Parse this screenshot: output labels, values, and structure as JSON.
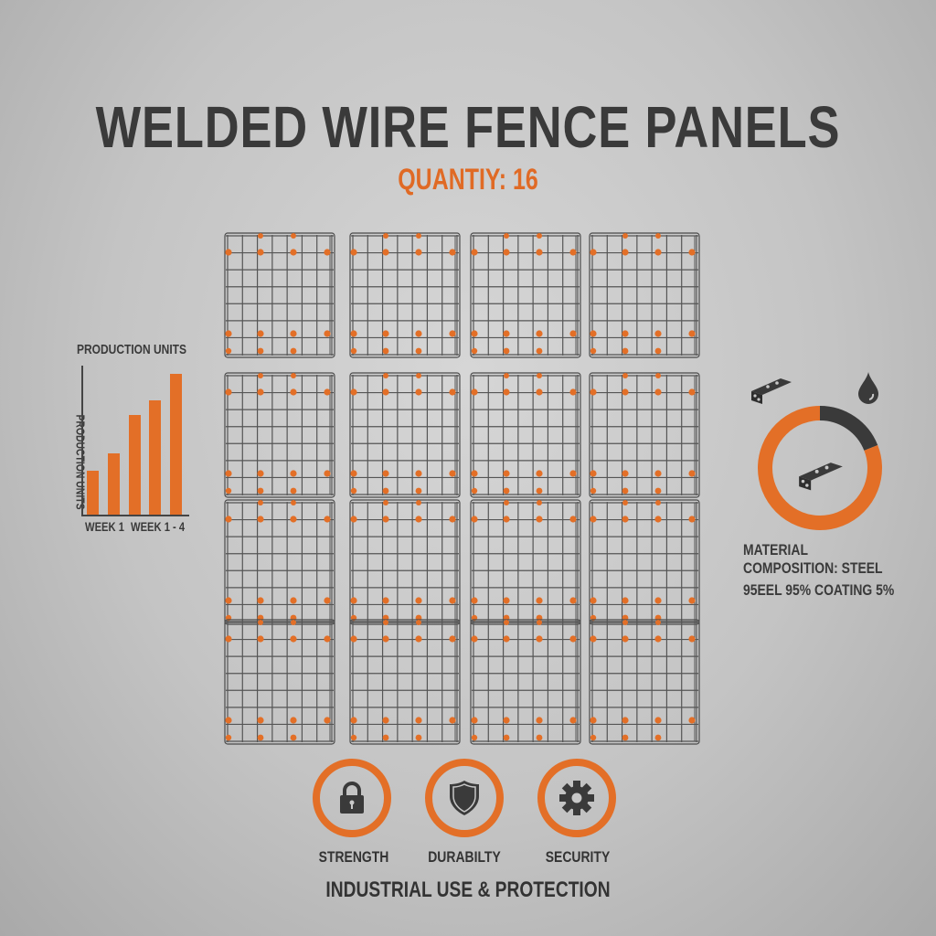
{
  "header": {
    "title": "WELDED WIRE FENCE PANELS",
    "subtitle": "QUANTIY: 16"
  },
  "colors": {
    "accent": "#e36f27",
    "dark": "#3a3a3a",
    "wire": "#555555",
    "background": "#c8c8c8"
  },
  "panels": {
    "count": 16,
    "rows": 4,
    "columns": 4
  },
  "chart_data": {
    "type": "bar",
    "title": "PRODUCTION UNITS",
    "ylabel": "PRODUCTION UNITS",
    "xlabel_ticks": [
      "WEEK 1",
      "WEEK 1 - 4"
    ],
    "categories": [
      "1",
      "2",
      "3",
      "4",
      "5"
    ],
    "values": [
      30,
      42,
      68,
      78,
      96
    ],
    "ylim": [
      0,
      100
    ],
    "grid": false
  },
  "material": {
    "line1": "MATERIAL",
    "line2": "COMPOSITION: STEEL",
    "line3": "95EEL 95% COATING 5%",
    "donut": {
      "segments": [
        {
          "name": "Steel",
          "value": 81,
          "color": "#e36f27"
        },
        {
          "name": "Coating",
          "value": 19,
          "color": "#3a3a3a"
        }
      ]
    },
    "icons": [
      "bracket-icon",
      "drop-icon"
    ]
  },
  "features": [
    {
      "label": "STRENGTH",
      "icon": "lock-icon"
    },
    {
      "label": "DURABILTY",
      "icon": "shield-icon"
    },
    {
      "label": "SECURITY",
      "icon": "gear-icon"
    }
  ],
  "footer": {
    "text": "INDUSTRIAL USE & PROTECTION"
  }
}
